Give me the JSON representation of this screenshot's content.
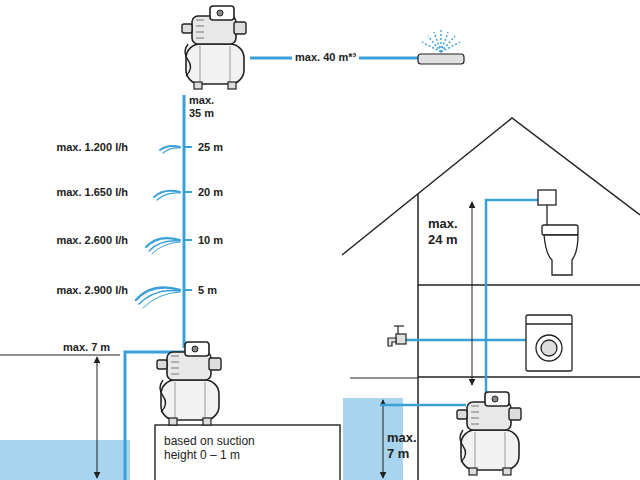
{
  "diagram": {
    "labels": [
      "max. 40 m*³",
      "max. 35 m",
      "max. 1.200 l/h",
      "25 m",
      "max. 1.650 l/h",
      "20 m",
      "max. 2.600 l/h",
      "10 m",
      "max. 2.900 l/h",
      "5 m",
      "max. 7 m",
      "based on suction height 0 – 1 m",
      "max. 24 m",
      "max. 7 m"
    ]
  }
}
